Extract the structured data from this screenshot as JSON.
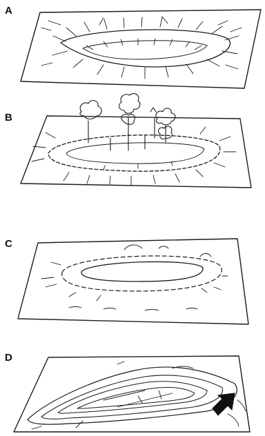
{
  "panels": [
    {
      "label": "A",
      "subject": "crater-depression"
    },
    {
      "label": "B",
      "subject": "ring-with-trees"
    },
    {
      "label": "C",
      "subject": "eroded-ring"
    },
    {
      "label": "D",
      "subject": "elongated-landform"
    }
  ],
  "colors": {
    "ink": "#1a1a1a",
    "background": "#ffffff"
  },
  "icons": {
    "arrow": "direction-arrow-icon"
  }
}
